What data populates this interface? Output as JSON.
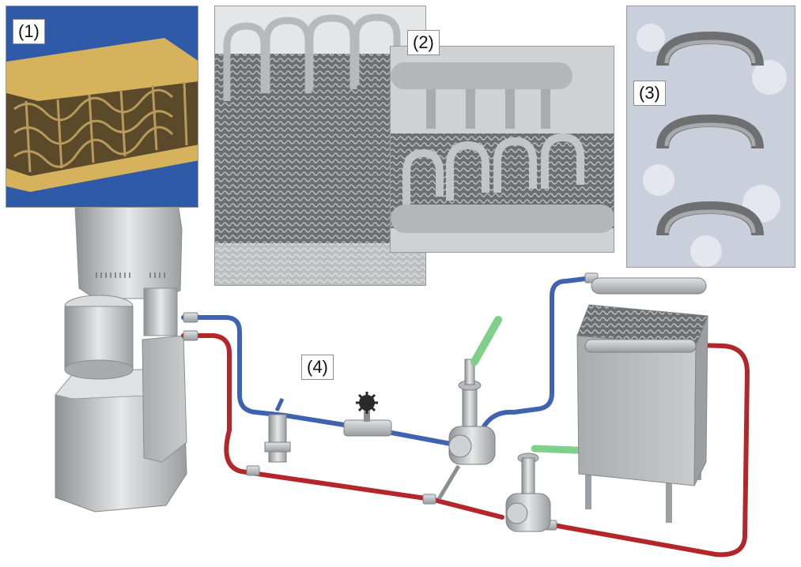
{
  "labels": {
    "p1": "(1)",
    "p2": "(2)",
    "p3": "(3)",
    "p4": "(4)"
  },
  "colors": {
    "cold_pipe": "#3f63b0",
    "hot_pipe": "#b3262a",
    "valve_handle": "#7fd08a",
    "steel": "#b9bcbf",
    "photo1_background": "#2f5aa8",
    "photo1_plate": "#d6b25c"
  }
}
